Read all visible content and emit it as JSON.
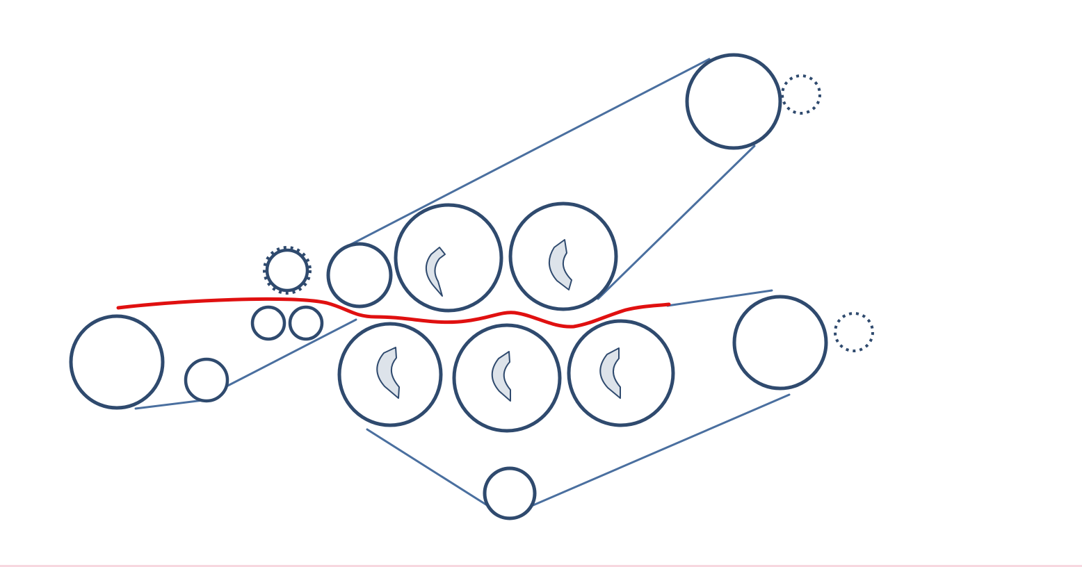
{
  "diagram": {
    "kind": "roller belt system",
    "colors": {
      "background": "#ffffff",
      "roller_stroke": "#2f4a6e",
      "belt": "#4a6f9f",
      "dashed_roller": "#2f4a6e",
      "arrow_fill": "#dde3ea",
      "arrow_stroke": "#2f4a6e",
      "web": "#e01010",
      "bottom_rule": "#f7d7df"
    },
    "icons": {
      "direction_arrows": "curved-arrow",
      "gear": "gear-outline",
      "idle_roller": "dashed-circle"
    }
  }
}
